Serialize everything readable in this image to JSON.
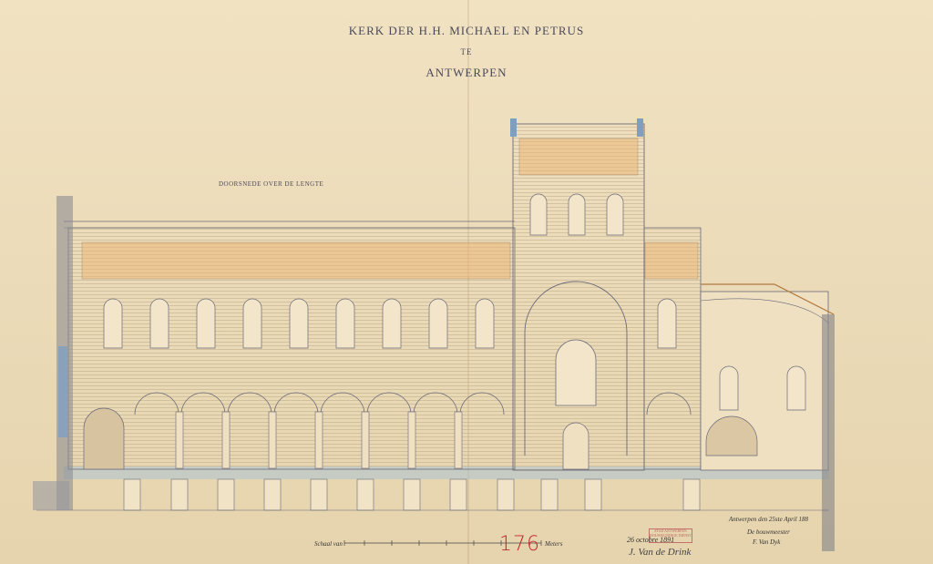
{
  "title": {
    "line1": "KERK DER H.H. MICHAEL EN PETRUS",
    "line2": "TE",
    "line3": "ANTWERPEN"
  },
  "subtitle": "DOORSNEDE OVER DE LENGTE",
  "scale": {
    "label": "Schaal van",
    "unit": "Meters"
  },
  "archive_number": "176",
  "annotations": {
    "place_date": "Antwerpen den 25ste April 188",
    "role": "De bouwmeester",
    "signature_small": "F. Van Dyk",
    "handwritten_date": "26 octobre 1891",
    "handwritten_signature": "J. Van de Drink"
  },
  "stamp_text": "STAD ANTWERPEN BOUWKUNDIGE DIENST",
  "colors": {
    "paper": "#ecdcba",
    "ink": "#4a4a5a",
    "wash_orange": "#e8b46a",
    "wash_blue": "#9fbfd4",
    "archive_red": "#c0262a"
  }
}
